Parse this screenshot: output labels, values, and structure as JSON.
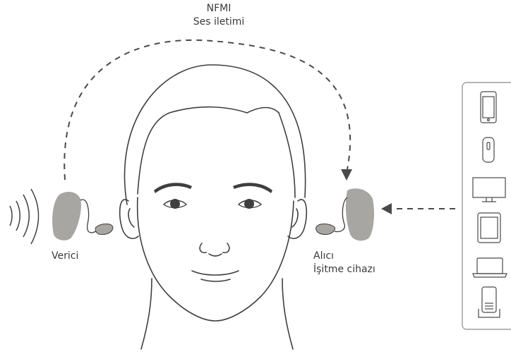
{
  "labels": {
    "top_line1": "NFMI",
    "top_line2": "Ses iletimi",
    "transmitter": "Verici",
    "receiver_line1": "Alıcı",
    "receiver_line2": "İşitme cihazı"
  },
  "devices": [
    {
      "icon": "smartphone-icon"
    },
    {
      "icon": "remote-control-icon"
    },
    {
      "icon": "tv-monitor-icon"
    },
    {
      "icon": "tablet-icon"
    },
    {
      "icon": "laptop-icon"
    },
    {
      "icon": "phone-dock-icon"
    }
  ],
  "colors": {
    "line": "#4a4a4a",
    "hearing_aid": "#a8a6a2",
    "hearing_aid_dark": "#8f8d89",
    "stroke": "#3f3f3f",
    "panel_border": "#8a8a8a"
  }
}
